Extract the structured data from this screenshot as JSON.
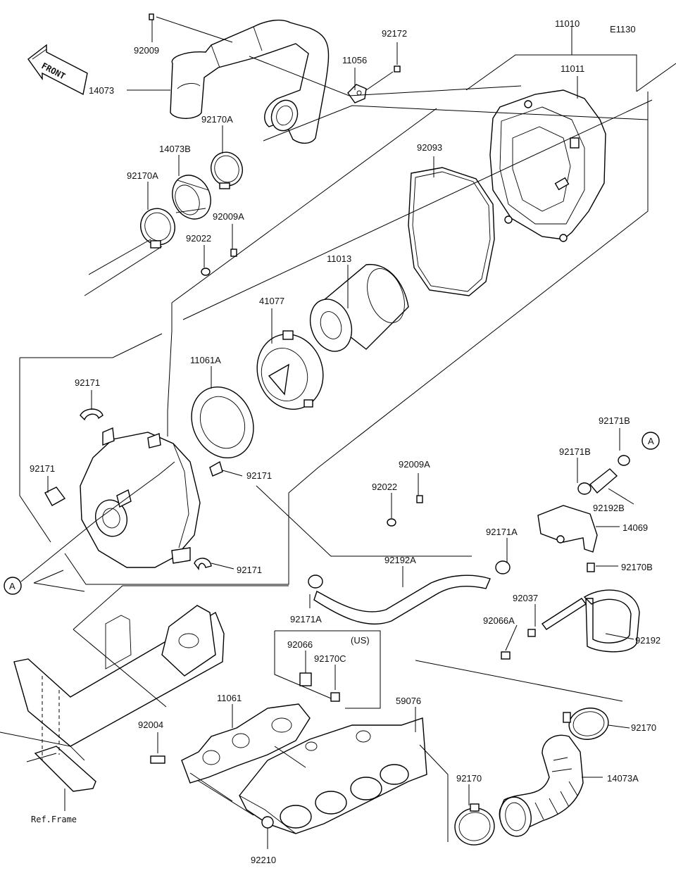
{
  "diagram_code": "E1130",
  "front_label": "FRONT",
  "ref_frame_label": "Ref.Frame",
  "region_label": "(US)",
  "callout_a": "A",
  "parts": {
    "p92009": "92009",
    "p14073": "14073",
    "p92172": "92172",
    "p11056": "11056",
    "p11010": "11010",
    "p11011": "11011",
    "p92170A_top": "92170A",
    "p14073B": "14073B",
    "p92170A_left": "92170A",
    "p92009A_top": "92009A",
    "p92022_top": "92022",
    "p92093": "92093",
    "p11013": "11013",
    "p41077": "41077",
    "p11061A": "11061A",
    "p92171_a": "92171",
    "p92171_b": "92171",
    "p92171_c": "92171",
    "p92171_d": "92171",
    "p92171B_top": "92171B",
    "p92171B_mid": "92171B",
    "p92192B": "92192B",
    "p14069": "14069",
    "p92009A_mid": "92009A",
    "p92022_mid": "92022",
    "p92171A_right": "92171A",
    "p92192A": "92192A",
    "p92170B": "92170B",
    "p92037": "92037",
    "p92066A": "92066A",
    "p92192": "92192",
    "p92171A_left": "92171A",
    "p92066": "92066",
    "p92170C": "92170C",
    "p59076": "59076",
    "p11061": "11061",
    "p92004": "92004",
    "p92170_right": "92170",
    "p92170_left": "92170",
    "p14073A": "14073A",
    "p92210": "92210"
  }
}
